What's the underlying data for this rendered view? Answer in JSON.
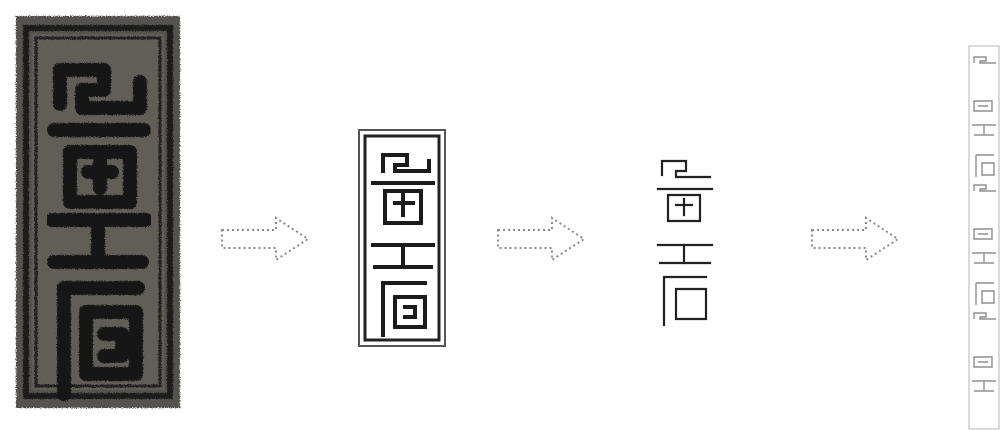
{
  "stages": [
    {
      "id": "rubbing",
      "description": ""
    },
    {
      "id": "outlined-seal",
      "description": ""
    },
    {
      "id": "simplified-glyph",
      "description": ""
    },
    {
      "id": "repeated-pattern",
      "description": ""
    }
  ],
  "arrows": [
    {
      "id": "arrow-1",
      "style": "dotted"
    },
    {
      "id": "arrow-2",
      "style": "dotted"
    },
    {
      "id": "arrow-3",
      "style": "dotted"
    }
  ],
  "colors": {
    "ink": "#1b1b1b",
    "stone": "#5a5850",
    "stone_dark": "#2e2d29",
    "line": "#222222",
    "arrow": "#8a8a8a",
    "pattern": "#9a9a9a"
  }
}
